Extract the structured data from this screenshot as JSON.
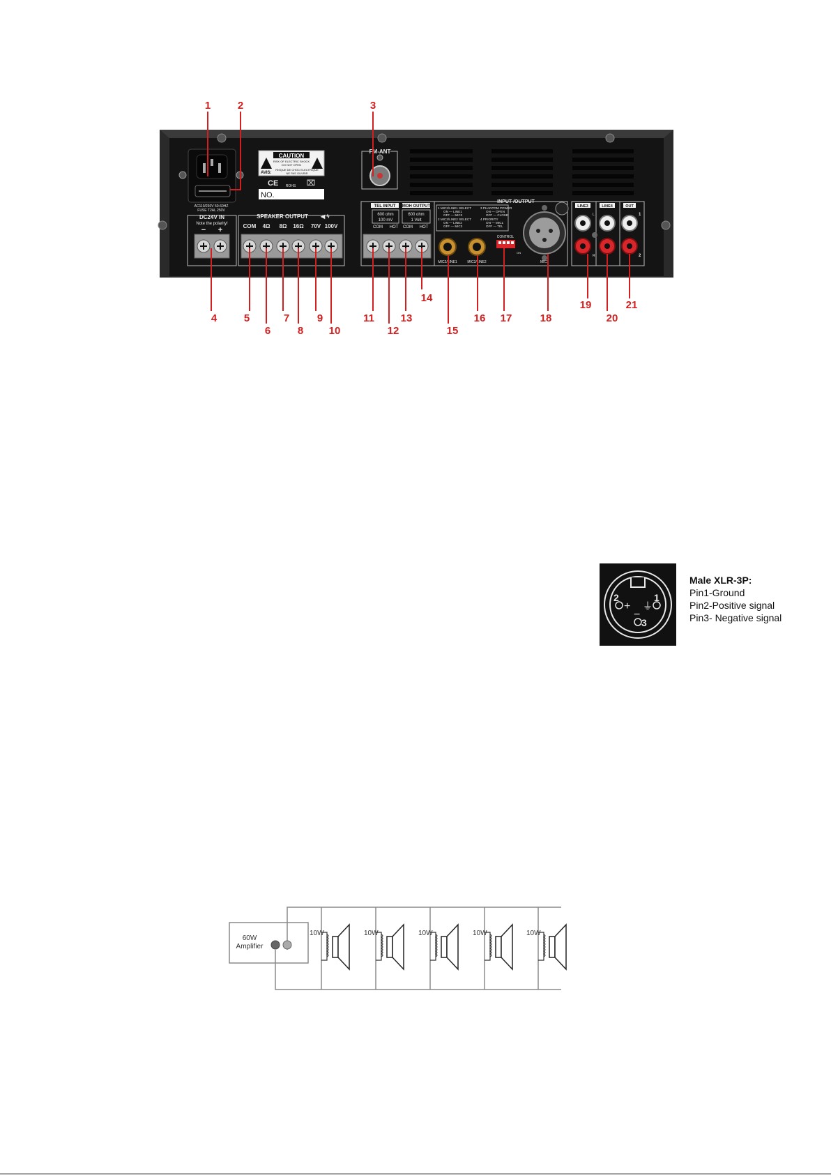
{
  "panel": {
    "callouts": [
      "1",
      "2",
      "3",
      "4",
      "5",
      "6",
      "7",
      "8",
      "9",
      "10",
      "11",
      "12",
      "13",
      "14",
      "15",
      "16",
      "17",
      "18",
      "19",
      "20",
      "21"
    ],
    "caution": {
      "title": "CAUTION",
      "line1": "RISK OF ELECTRIC SHOCK",
      "line2": "DO NOT OPEN",
      "avis": "AVIS:",
      "avis1": "RISQUE DE CHOC ELECTRIQUE",
      "avis2": "NE PAS OUVRIR",
      "no": "NO."
    },
    "marks": {
      "ce": "CE",
      "rohs": "ROHS",
      "weee": "⌧"
    },
    "power_label": "AC110/230V 50-60HZ",
    "fuse_label": "FUSE T2AL 250V",
    "fm_ant": "FM-ANT",
    "dc_in": {
      "title": "DC24V IN",
      "note": "Note the polarity!",
      "minus": "−",
      "plus": "+"
    },
    "speaker": {
      "title": "SPEAKER OUTPUT",
      "taps": [
        "COM",
        "4Ω",
        "8Ω",
        "16Ω",
        "70V",
        "100V"
      ]
    },
    "tel": {
      "title": "TEL INPUT",
      "spec1": "600 ohm",
      "spec2": "100 mV",
      "com": "COM",
      "hot": "HOT"
    },
    "moh": {
      "title": "MOH OUTPUT",
      "spec1": "600 ohm",
      "spec2": "1 Volt",
      "com": "COM",
      "hot": "HOT"
    },
    "io": {
      "title": "INPUT /OUTPUT",
      "sw1": "1 MIC2/LINE1 SELECT",
      "sw1a": "ON  — LINE1",
      "sw1b": "OFF — MIC2",
      "sw2": "2 MIC3/LINE2 SELECT",
      "sw2a": "ON  — LINE2",
      "sw2b": "OFF — MIC3",
      "sw3": "3 PHANTOM POWER",
      "sw3a": "ON  — OPEN",
      "sw3b": "OFF — CLOSE",
      "sw4": "4 PRIORITY",
      "sw4a": "ON  — MIC1",
      "sw4b": "OFF — TEL",
      "control": "CONTROL",
      "on": "ON",
      "mic_line1": "MIC2/LINE1",
      "mic_line2": "MIC3/LINE2",
      "mic1": "MIC1"
    },
    "rca": {
      "line3": "LINE3",
      "line4": "LINE4",
      "out": "OUT",
      "l": "L",
      "r": "R",
      "o1": "1",
      "o2": "2"
    }
  },
  "xlr": {
    "title": "Male XLR-3P:",
    "pins": [
      "Pin1-Ground",
      "Pin2-Positive signal",
      "Pin3- Negative signal"
    ],
    "pin_labels": {
      "p1": "1",
      "p2": "2",
      "p3": "3",
      "plus": "+",
      "minus": "−",
      "ground": "⏚"
    }
  },
  "wiring": {
    "amplifier": "60W\nAmplifier",
    "amp_line1": "60W",
    "amp_line2": "Amplifier",
    "speakers": [
      "10W",
      "10W",
      "10W",
      "10W",
      "10W"
    ]
  },
  "colors": {
    "panel": "#1a1a1a",
    "callout": "#d21f1f",
    "rca_red": "#d8262b",
    "jack_gold": "#c8902e"
  }
}
